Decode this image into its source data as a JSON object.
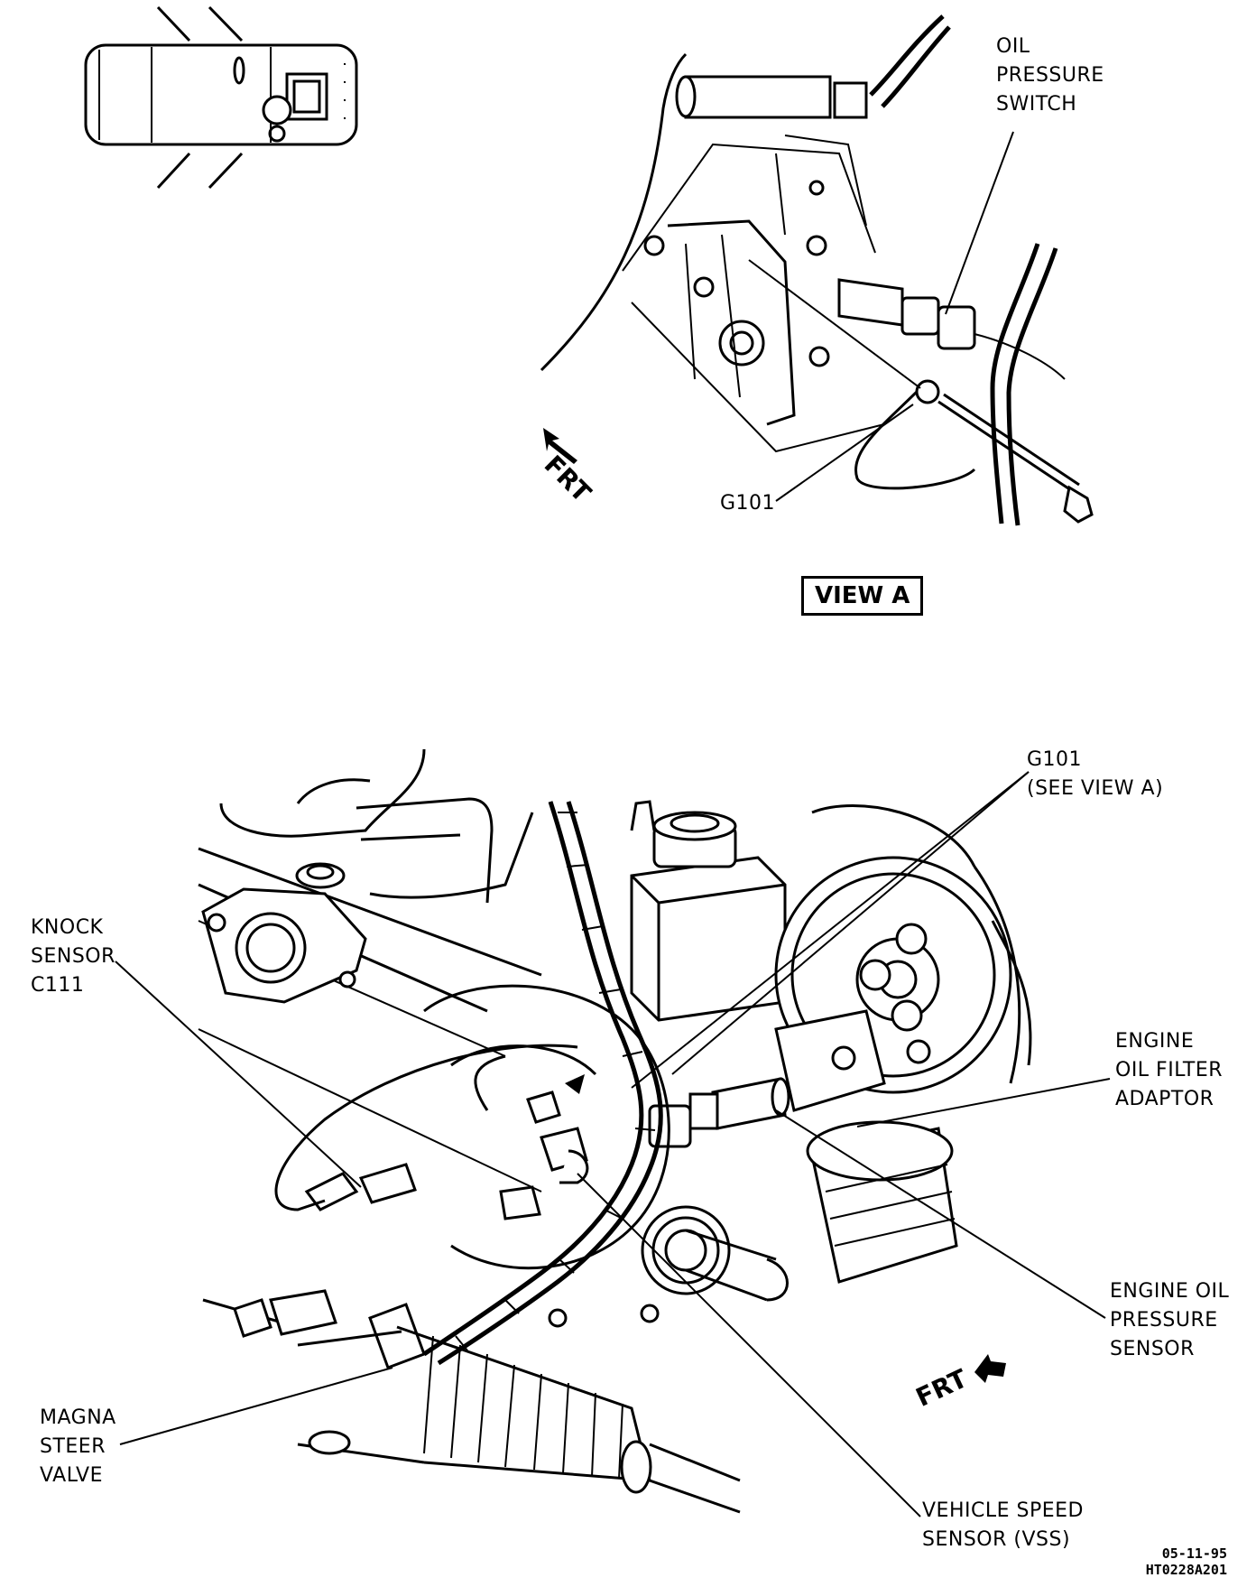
{
  "labels": {
    "oil_pressure_switch": [
      "OIL",
      "PRESSURE",
      "SWITCH"
    ],
    "g101_view": "G101",
    "view_a": "VIEW A",
    "frt_top": "FRT",
    "g101_main": [
      "G101",
      "(SEE VIEW A)"
    ],
    "knock_sensor": [
      "KNOCK",
      "SENSOR",
      "C111"
    ],
    "engine_oil_filter_adaptor": [
      "ENGINE",
      "OIL FILTER",
      "ADAPTOR"
    ],
    "engine_oil_pressure_sensor": [
      "ENGINE OIL",
      "PRESSURE",
      "SENSOR"
    ],
    "magna_steer_valve": [
      "MAGNA",
      "STEER",
      "VALVE"
    ],
    "vehicle_speed_sensor": [
      "VEHICLE SPEED",
      "SENSOR (VSS)"
    ],
    "frt_bottom": "FRT"
  },
  "figure_code": [
    "05-11-95",
    "HT0228A201"
  ]
}
